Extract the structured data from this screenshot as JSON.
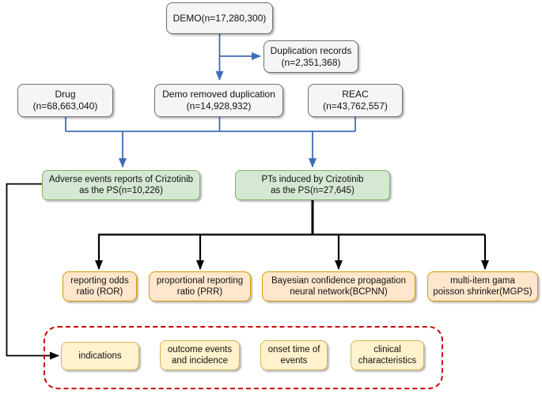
{
  "colors": {
    "arrow_blue": "#3e6cb8",
    "arrow_black": "#000000",
    "box_gray_fill": "#f5f5f5",
    "box_gray_border": "#707070",
    "box_green_fill": "#d5e8d4",
    "box_green_border": "#82b366",
    "box_orange_fill": "#ffe6cc",
    "box_orange_border": "#d79b00",
    "box_yellow_fill": "#fff2cc",
    "box_yellow_border": "#d6b656",
    "dashed_frame_red": "#cc0000"
  },
  "nodes": {
    "demo": {
      "lines": [
        "DEMO(n=17,280,300)"
      ]
    },
    "duplication_records": {
      "lines": [
        "Duplication records",
        "(n=2,351,368)"
      ]
    },
    "drug": {
      "lines": [
        "Drug",
        "(n=68,663,040)"
      ]
    },
    "demo_removed": {
      "lines": [
        "Demo removed duplication",
        "(n=14,928,932)"
      ]
    },
    "reac": {
      "lines": [
        "REAC",
        "(n=43,762,557)"
      ]
    },
    "adverse_events": {
      "lines": [
        "Adverse events reports of Crizotinib",
        "as the PS(n=10,226)"
      ]
    },
    "pts_induced": {
      "lines": [
        "PTs induced by Crizotinib",
        "as the PS(n=27,645)"
      ]
    },
    "ror": {
      "lines": [
        "reporting odds",
        "ratio (ROR)"
      ]
    },
    "prr": {
      "lines": [
        "proportional reporting",
        "ratio (PRR)"
      ]
    },
    "bcpnn": {
      "lines": [
        "Bayesian confidence propagation",
        "neural network(BCPNN)"
      ]
    },
    "mgps": {
      "lines": [
        "multi-item gama",
        "poisson shrinker(MGPS)"
      ]
    },
    "indications": {
      "lines": [
        "indications"
      ]
    },
    "outcome_events": {
      "lines": [
        "outcome events",
        "and incidence"
      ]
    },
    "onset_time": {
      "lines": [
        "onset time of",
        "events"
      ]
    },
    "clinical_characteristics": {
      "lines": [
        "clinical",
        "characteristics"
      ]
    }
  }
}
